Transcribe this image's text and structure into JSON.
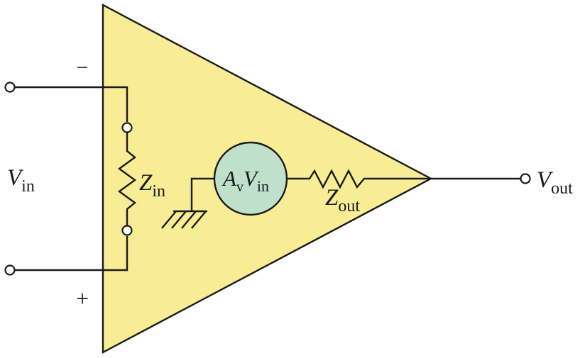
{
  "colors": {
    "amplifier_fill": "#f8ec95",
    "source_fill": "#bfe0cb",
    "line": "#1a1a1a"
  },
  "labels": {
    "minus_sign": "−",
    "plus_sign": "+",
    "vin_main": "V",
    "vin_sub": "in",
    "zin_main": "Z",
    "zin_sub": "in",
    "source_a": "A",
    "source_a_sub": "v",
    "source_v": "V",
    "source_v_sub": "in",
    "zout_main": "Z",
    "zout_sub": "out",
    "vout_main": "V",
    "vout_sub": "out"
  },
  "icons": {
    "ground": "ground-icon",
    "resistor": "resistor-zigzag-icon",
    "terminal": "open-terminal-icon"
  }
}
